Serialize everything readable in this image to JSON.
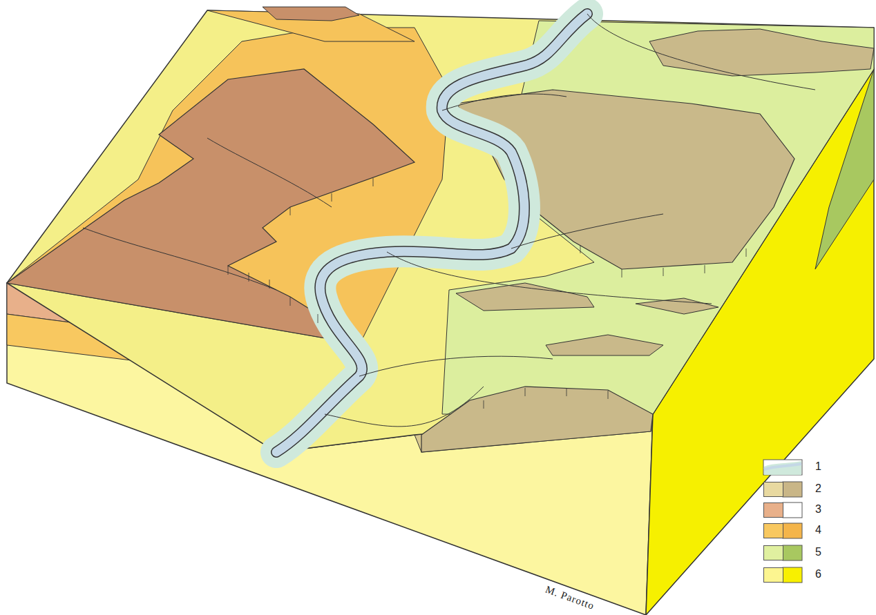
{
  "diagram": {
    "labels": [
      "M. Parotto"
    ],
    "legend": [
      {
        "text": "1"
      },
      {
        "text": "2",
        "color": "#e8d9a0"
      },
      {
        "text": "3",
        "color": "#e8b08a"
      },
      {
        "text": "4",
        "color": "#f8c860"
      },
      {
        "text": "5",
        "color": "#e0f0a0"
      },
      {
        "text": "6",
        "color": "#fcf590"
      }
    ]
  }
}
